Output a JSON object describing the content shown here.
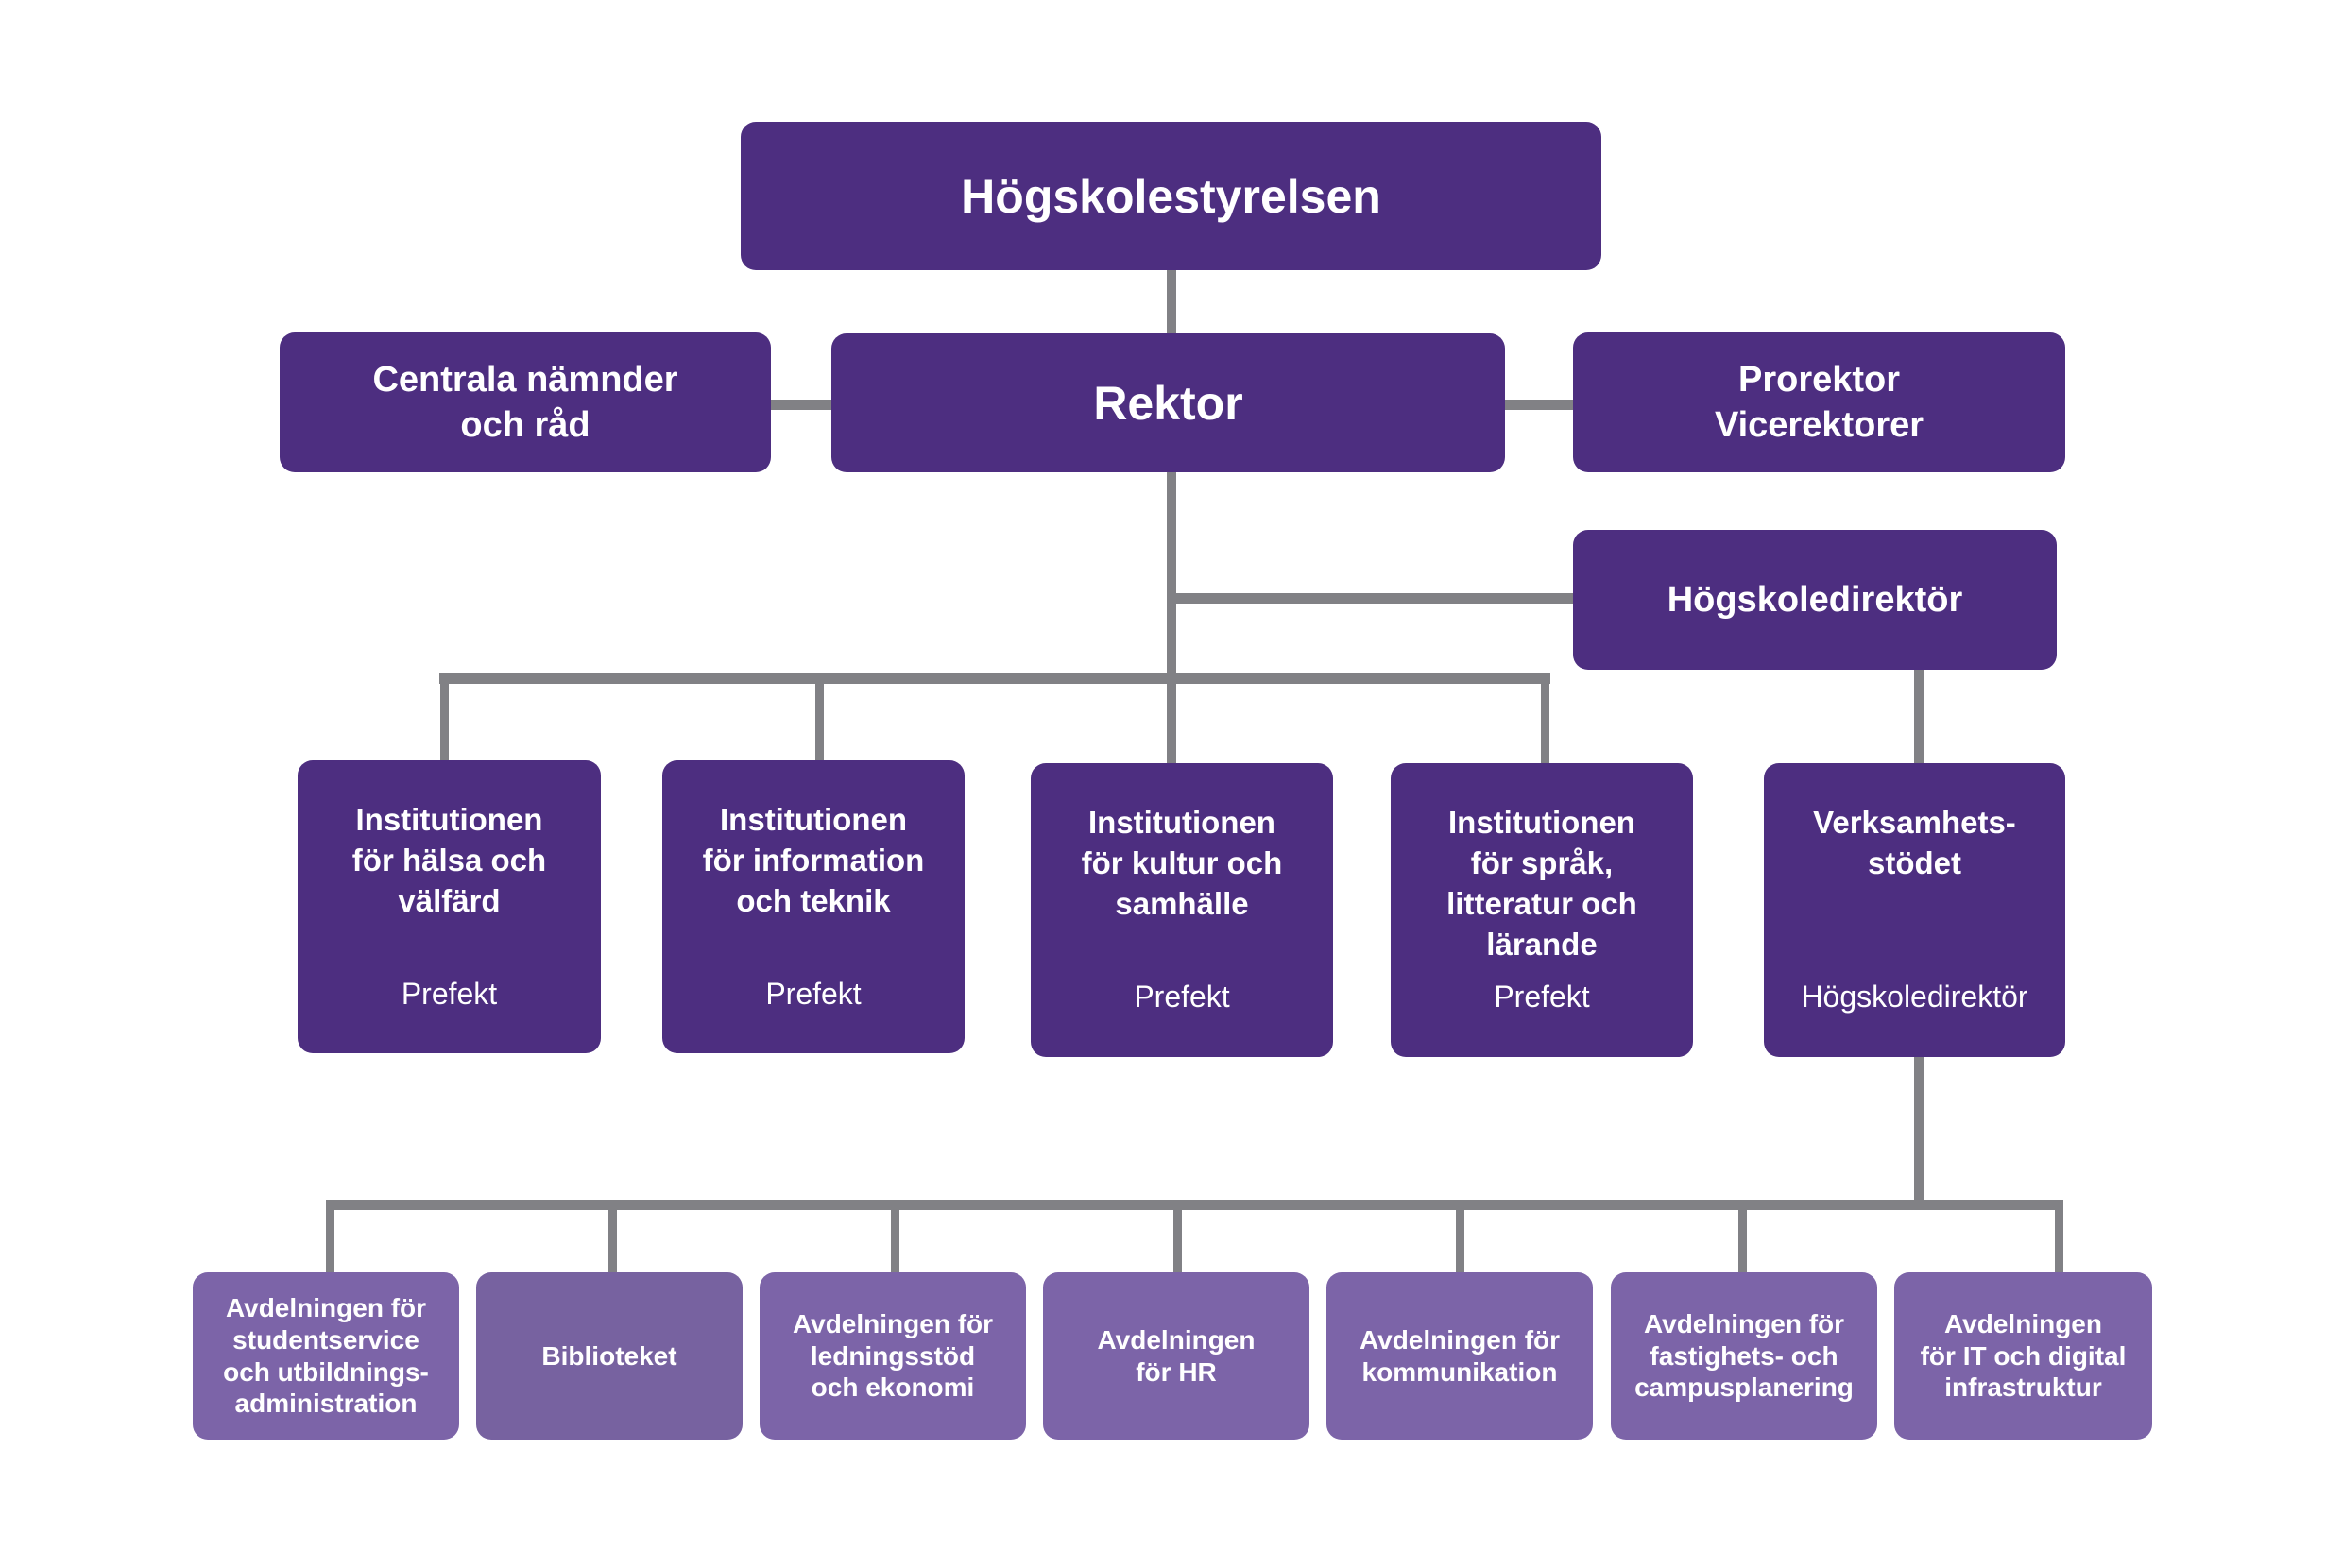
{
  "colors": {
    "primary_box": "#4d2e80",
    "secondary_box": "#7c64a8",
    "connector": "#818185",
    "text": "#ffffff"
  },
  "board": {
    "label": "Högskolestyrelsen"
  },
  "central_committees": {
    "label": "Centrala nämnder\noch råd"
  },
  "rector": {
    "label": "Rektor"
  },
  "prorector": {
    "label": "Prorektor\nVicerektorer"
  },
  "university_director": {
    "label": "Högskoledirektör"
  },
  "departments": [
    {
      "name": "Institutionen\nför hälsa och\nvälfärd",
      "head": "Prefekt"
    },
    {
      "name": "Institutionen\nför information\noch teknik",
      "head": "Prefekt"
    },
    {
      "name": "Institutionen\nför kultur och\nsamhälle",
      "head": "Prefekt"
    },
    {
      "name": "Institutionen\nför språk,\nlitteratur och\nlärande",
      "head": "Prefekt"
    },
    {
      "name": "Verksamhets-\nstödet",
      "head": "Högskoledirektör"
    }
  ],
  "divisions": [
    {
      "name": "Avdelningen för\nstudentservice\noch utbildnings-\nadministration"
    },
    {
      "name": "Biblioteket"
    },
    {
      "name": "Avdelningen för\nledningsstöd\noch ekonomi"
    },
    {
      "name": "Avdelningen\nför HR"
    },
    {
      "name": "Avdelningen för\nkommunikation"
    },
    {
      "name": "Avdelningen för\nfastighets- och\ncampusplanering"
    },
    {
      "name": "Avdelningen\nför IT och digital\ninfrastruktur"
    }
  ]
}
